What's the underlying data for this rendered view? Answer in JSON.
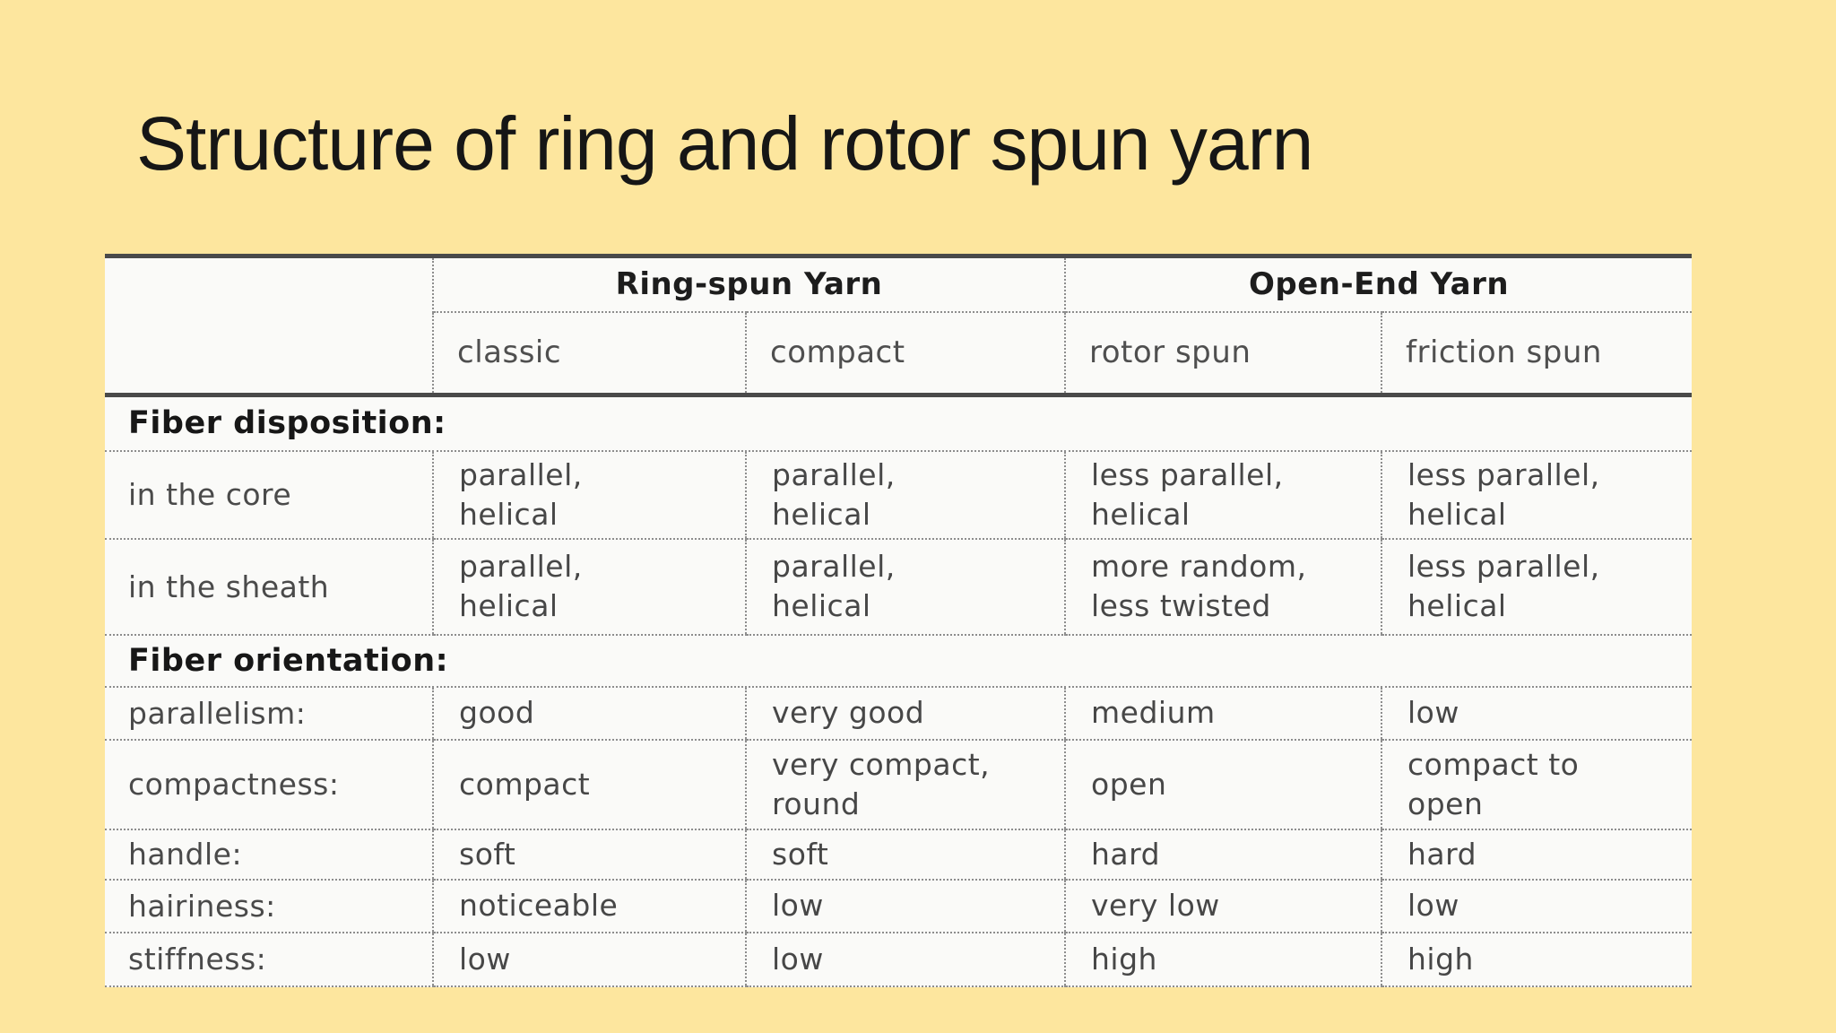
{
  "slide": {
    "title": "Structure of ring and rotor spun yarn",
    "background_color": "#FDE69E"
  },
  "colors": {
    "table_background": "#FAFAF8",
    "heavy_rule": "#4a4a4a",
    "dotted_rule": "#8d8d8d",
    "header_text": "#1d1d1d",
    "cell_text": "#474747",
    "title_text": "#161616"
  },
  "table": {
    "corner": "",
    "groups": [
      {
        "label": "Ring-spun Yarn",
        "sub": [
          "classic",
          "compact"
        ]
      },
      {
        "label": "Open-End Yarn",
        "sub": [
          "rotor spun",
          "friction spun"
        ]
      }
    ],
    "sections": [
      {
        "title": "Fiber disposition:",
        "rows": [
          {
            "label": "in the core",
            "values": [
              "parallel,\nhelical",
              "parallel,\nhelical",
              "less parallel,\nhelical",
              "less parallel,\nhelical"
            ]
          },
          {
            "label": "in the sheath",
            "values": [
              "parallel,\nhelical",
              "parallel,\nhelical",
              "more random,\nless twisted",
              "less parallel,\nhelical"
            ]
          }
        ]
      },
      {
        "title": "Fiber orientation:",
        "rows": [
          {
            "label": "parallelism:",
            "values": [
              "good",
              "very good",
              "medium",
              "low"
            ]
          },
          {
            "label": "compactness:",
            "values": [
              "compact",
              "very compact,\nround",
              "open",
              "compact to\nopen"
            ]
          },
          {
            "label": "handle:",
            "values": [
              "soft",
              "soft",
              "hard",
              "hard"
            ]
          },
          {
            "label": "hairiness:",
            "values": [
              "noticeable",
              "low",
              "very low",
              "low"
            ]
          },
          {
            "label": "stiffness:",
            "values": [
              "low",
              "low",
              "high",
              "high"
            ]
          }
        ]
      }
    ]
  }
}
